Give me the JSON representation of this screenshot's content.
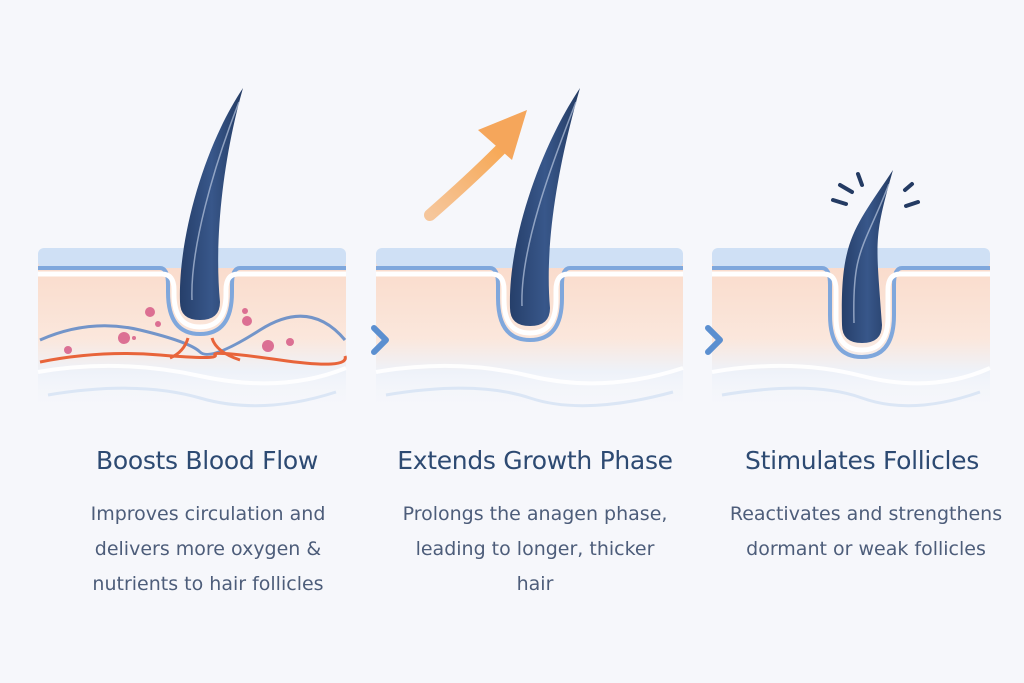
{
  "steps": [
    {
      "title": "Boosts Blood Flow",
      "lines": [
        "Improves circulation and",
        "delivers more oxygen &",
        "nutrients to hair follicles"
      ]
    },
    {
      "title": "Extends Growth Phase",
      "lines": [
        "Prolongs the anagen phase,",
        "leading to longer, thicker",
        "hair"
      ]
    },
    {
      "title": "Stimulates Follicles",
      "lines": [
        "Reactivates and strengthens",
        "dormant or weak follicles"
      ]
    }
  ],
  "colors": {
    "hair": "#2f4a78",
    "skin": "#f8dccf",
    "epidermis": "#cfe0f5",
    "vessel_red": "#e8643a",
    "vessel_blue": "#5b86c6",
    "arrow_orange": "#f5a65b",
    "arrow_blue": "#5b8fd0",
    "dots": "#d65a86"
  }
}
